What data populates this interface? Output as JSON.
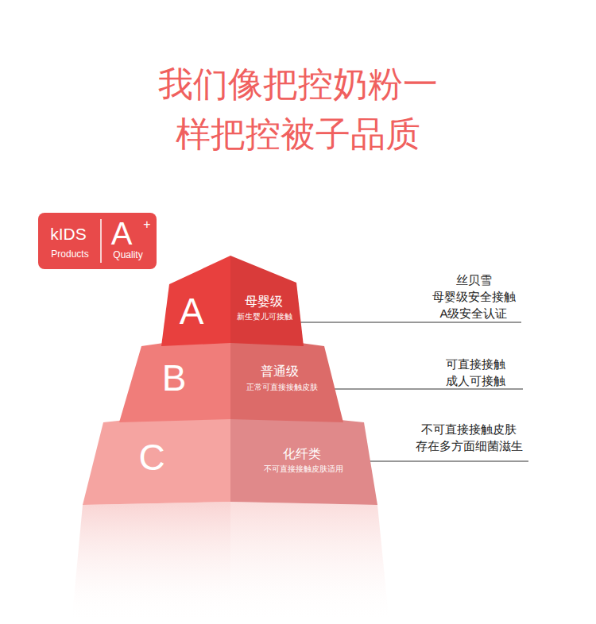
{
  "diagram": {
    "title": "我们像把控奶粉一 样把控被子品质",
    "nodes": [
      {
        "text": [
          "kIDS",
          "Products",
          "A",
          "+",
          "Quality"
        ]
      },
      {
        "text": [
          "A",
          "母婴级",
          "新生婴儿可接触"
        ]
      },
      {
        "text": [
          "B",
          "普通级",
          "正常可直接接触皮肤"
        ]
      },
      {
        "text": [
          "C",
          "化纤类",
          "不可直接接触皮肤适用"
        ]
      }
    ],
    "labels": [
      "丝贝雪 母婴级安全接触 A级安全认证",
      "可直接接触 成人可接触",
      "不可直接接触皮肤 存在多方面细菌滋生"
    ]
  }
}
